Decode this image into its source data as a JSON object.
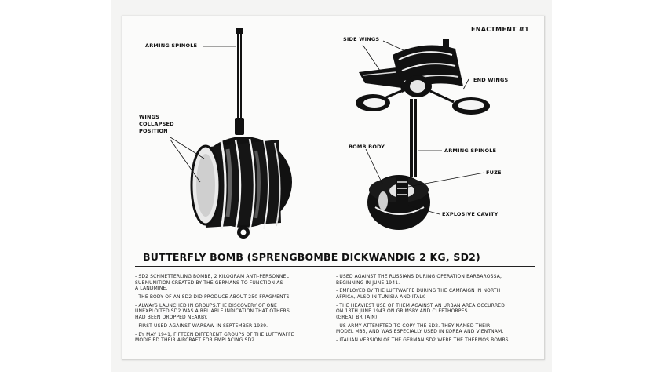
{
  "badge": "ENACTMENT #1",
  "labels": {
    "arming_spindle_left": "ARMING SPINOLE",
    "wings_collapsed": [
      "WINGS",
      "COLLAPSED",
      "POSITION"
    ],
    "side_wings": "SIDE WINGS",
    "end_wings": "END WINGS",
    "bomb_body": "BOMB BODY",
    "arming_spindle_right": "ARMING SPINOLE",
    "fuze": "FUZE",
    "explosive_cavity": "EXPLOSIVE CAVITY"
  },
  "title": "BUTTERFLY BOMB (SPRENGBOMBE DICKWANDIG 2 KG, SD2)",
  "left_bullets": [
    "- SD2 SCHMETTERLING BOMBE, 2 KILOGRAM ANTI-PERSONNEL\nSUBMUNITION CREATED BY THE GERMANS TO FUNCTION AS\nA LANDMINE.",
    "- THE BODY OF AN SD2 DID PRODUCE ABOUT 250 FRAGMENTS.",
    "- ALWAYS LAUNCHED IN GROUPS.THE DISCOVERY OF ONE\nUNEXPLOITED SD2 WAS A RELIABLE INDICATION THAT OTHERS\nHAD BEEN DROPPED NEARBY.",
    "- FIRST USED AGAINST WARSAW IN SEPTEMBER 1939.",
    "- BY MAY 1941, FIFTEEN DIFFERENT GROUPS OF THE LUFTWAFFE\nMODIFIED THEIR AIRCRAFT FOR EMPLACING SD2."
  ],
  "right_bullets": [
    "- USED AGAINST THE RUSSIANS DURING OPERATION BARBAROSSA,\nBEGINNING IN JUNE 1941.",
    "- EMPLOYED BY THE LUFTWAFFE DURING THE CAMPAIGN IN NORTH\nAFRICA, ALSO IN TUNISIA AND ITALY.",
    "- THE HEAVIEST USE OF THEM AGAINST AN URBAN AREA OCCURRED\nON 13TH JUNE 1943 ON GRIMSBY AND CLEETHORPES\n(GREAT BRITAIN).",
    "- US ARMY ATTEMPTED TO COPY THE SD2. THEY NAMED THEIR\nMODEL M83, AND WAS ESPECIALLY USED IN KOREA AND VIENTNAM.",
    "- ITALIAN VERSION OF THE GERMAN SD2 WERE THE THERMOS BOMBS."
  ]
}
